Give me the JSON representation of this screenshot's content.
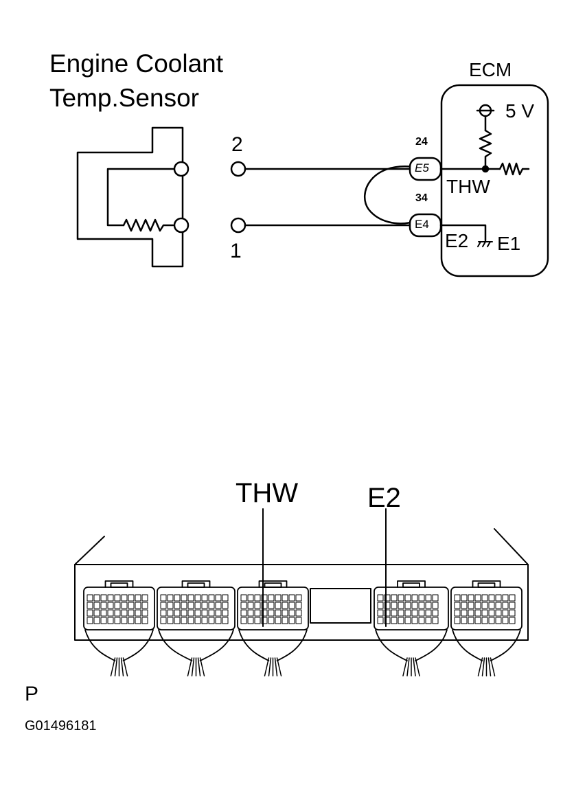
{
  "sensor": {
    "title_line1": "Engine Coolant",
    "title_line2": "Temp.Sensor",
    "terminal_top": "2",
    "terminal_bottom": "1"
  },
  "ecm": {
    "title": "ECM",
    "supply": "5 V",
    "connector_top": "E5",
    "connector_bottom": "E4",
    "pin_top": "24",
    "pin_bottom": "34",
    "signal": "THW",
    "ground_signal": "E2",
    "ground": "E1"
  },
  "connector_view": {
    "label_thw": "THW",
    "label_e2": "E2"
  },
  "footer": {
    "page_marker": "P",
    "figure_id": "G01496181"
  }
}
